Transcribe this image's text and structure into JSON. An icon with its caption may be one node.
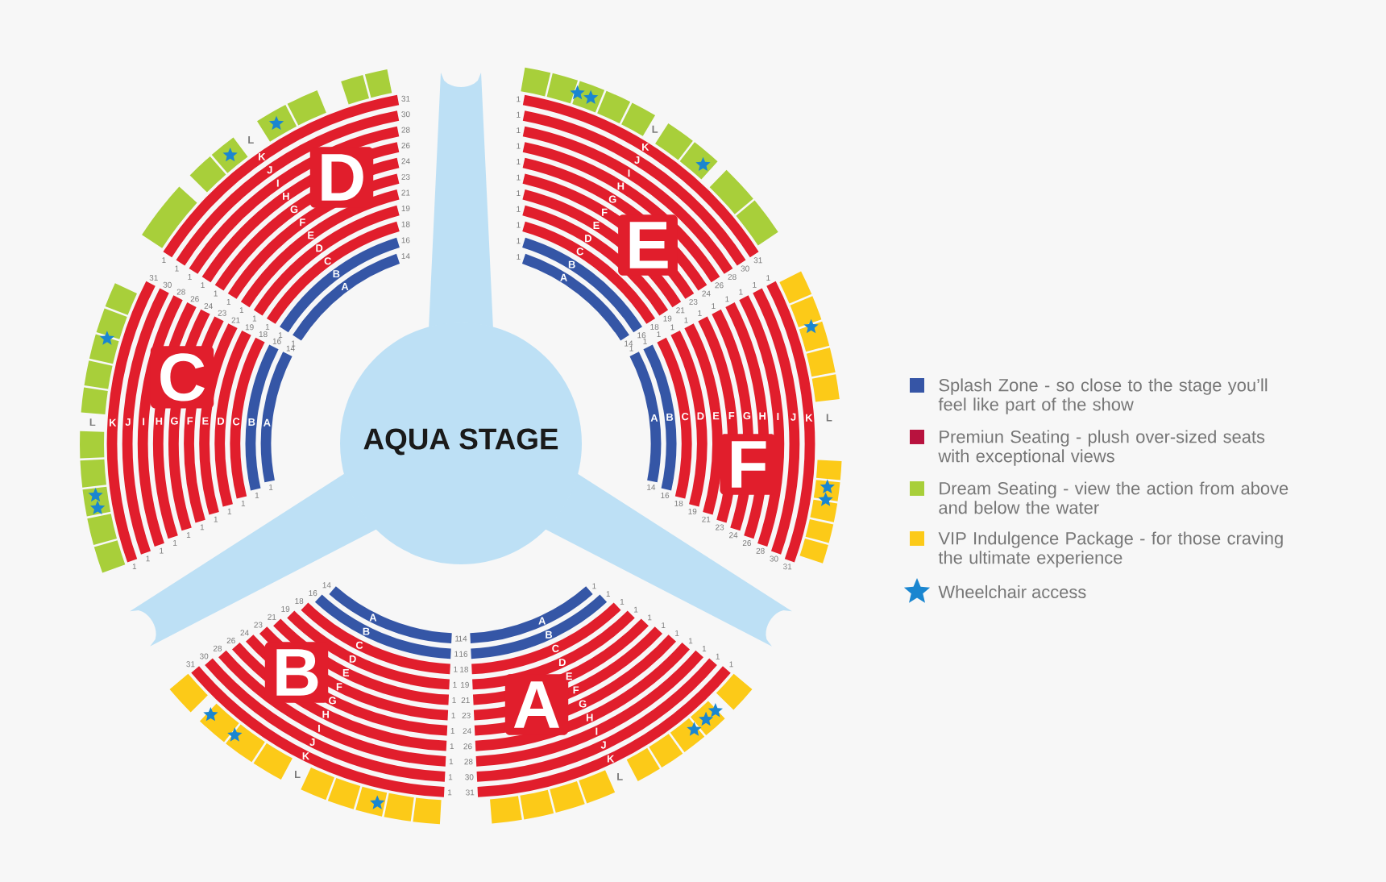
{
  "diagram": {
    "nodes": [
      {
        "text": [],
        "shape": "bar"
      },
      {
        "text": [
          "D"
        ]
      },
      {
        "text": [
          "E"
        ]
      },
      {
        "text": [
          "C"
        ]
      },
      {
        "text": [
          "AQUA STAGE"
        ]
      },
      {
        "text": [
          "F"
        ]
      },
      {
        "text": [],
        "shape": "bar"
      },
      {
        "text": [],
        "shape": "bar"
      },
      {
        "text": [
          "B"
        ]
      },
      {
        "text": [
          "A"
        ]
      }
    ],
    "labels": [
      "A",
      "B",
      "C",
      "D",
      "E",
      "F",
      "G",
      "H",
      "I",
      "J",
      "K",
      "L",
      "1",
      "1",
      "1",
      "1",
      "1",
      "1",
      "1",
      "1",
      "1",
      "1",
      "1",
      "14",
      "16",
      "18",
      "19",
      "21",
      "23",
      "24",
      "26",
      "28",
      "30",
      "31",
      "A",
      "B",
      "C",
      "D",
      "E",
      "F",
      "G",
      "H",
      "I",
      "J",
      "K",
      "L",
      "1",
      "1",
      "1",
      "1",
      "1",
      "1",
      "1",
      "1",
      "1",
      "1",
      "1",
      "14",
      "16",
      "18",
      "19",
      "21",
      "23",
      "24",
      "26",
      "28",
      "30",
      "31",
      "A",
      "B",
      "C",
      "D",
      "E",
      "F",
      "G",
      "H",
      "I",
      "J",
      "K",
      "L",
      "1",
      "1",
      "1",
      "1",
      "1",
      "1",
      "1",
      "1",
      "1",
      "1",
      "1",
      "14",
      "16",
      "18",
      "19",
      "21",
      "23",
      "24",
      "26",
      "28",
      "30",
      "31",
      "A",
      "B",
      "C",
      "D",
      "E",
      "F",
      "G",
      "H",
      "I",
      "J",
      "K",
      "L",
      "1",
      "1",
      "1",
      "1",
      "1",
      "1",
      "1",
      "1",
      "1",
      "1",
      "1",
      "14",
      "16",
      "18",
      "19",
      "21",
      "23",
      "24",
      "26",
      "28",
      "30",
      "31",
      "A",
      "B",
      "C",
      "D",
      "E",
      "F",
      "G",
      "H",
      "I",
      "J",
      "K",
      "L",
      "1",
      "1",
      "1",
      "1",
      "1",
      "1",
      "1",
      "1",
      "1",
      "1",
      "1",
      "14",
      "16",
      "18",
      "19",
      "21",
      "23",
      "24",
      "26",
      "28",
      "30",
      "31",
      "A",
      "B",
      "C",
      "D",
      "E",
      "F",
      "G",
      "H",
      "I",
      "J",
      "K",
      "L",
      "1",
      "1",
      "1",
      "1",
      "1",
      "1",
      "1",
      "1",
      "1",
      "1",
      "1",
      "14",
      "16",
      "18",
      "19",
      "21",
      "23",
      "24",
      "26",
      "28",
      "30",
      "31"
    ],
    "legend": [
      {
        "text": "Splash Zone - so close to the stage you’ll feel like part of the show",
        "color": "#3655a6"
      },
      {
        "text": "Premiun Seating - plush over-sized seats with exceptional views",
        "color": "#b8123e"
      },
      {
        "text": "Dream Seating - view the action from above and below the water",
        "color": "#a8cf3a"
      },
      {
        "text": "VIP Indulgence Package - for those craving the ultimate experience",
        "color": "#fcca18"
      },
      {
        "text": "Wheelchair access"
      }
    ]
  }
}
